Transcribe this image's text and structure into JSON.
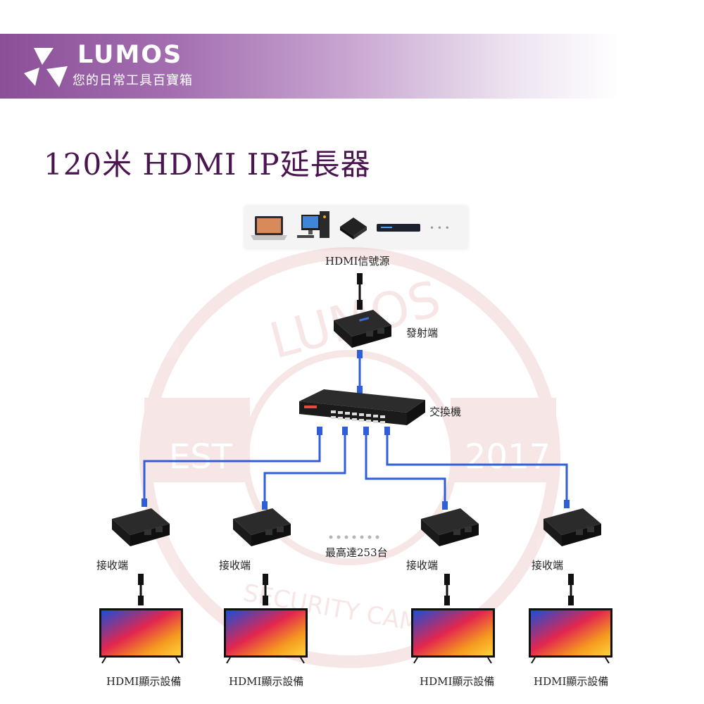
{
  "brand": {
    "name": "LUMOS",
    "tagline": "您的日常工具百寶箱"
  },
  "title": "120米 HDMI IP延長器",
  "watermark": {
    "top": "LUMOS",
    "left": "EST",
    "right": "2017",
    "bottom": "SECURITY CAMERA"
  },
  "diagram": {
    "source_label": "HDMI信號源",
    "transmitter_label": "發射端",
    "switch_label": "交換機",
    "receiver_label": "接收端",
    "max_label": "最高達253台",
    "display_label": "HDMI顯示設備",
    "ellipsis": "• • •"
  },
  "colors": {
    "brand_purple": "#8b4f98",
    "title_purple": "#4a1450",
    "cable_blue": "#2e5fd6",
    "watermark_red": "#c84a4a"
  }
}
